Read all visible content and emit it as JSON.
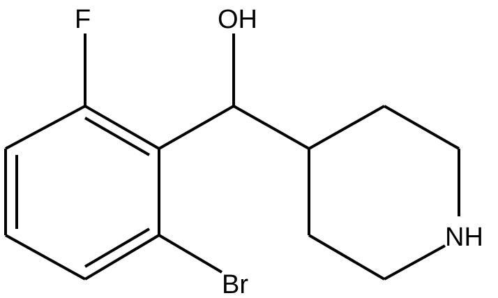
{
  "molecule": {
    "atoms": {
      "fluorine": "F",
      "hydroxyl": "OH",
      "bromine": "Br",
      "amine": "NH"
    },
    "colors": {
      "bond": "#000000",
      "label": "#000000",
      "background": "#ffffff"
    }
  }
}
